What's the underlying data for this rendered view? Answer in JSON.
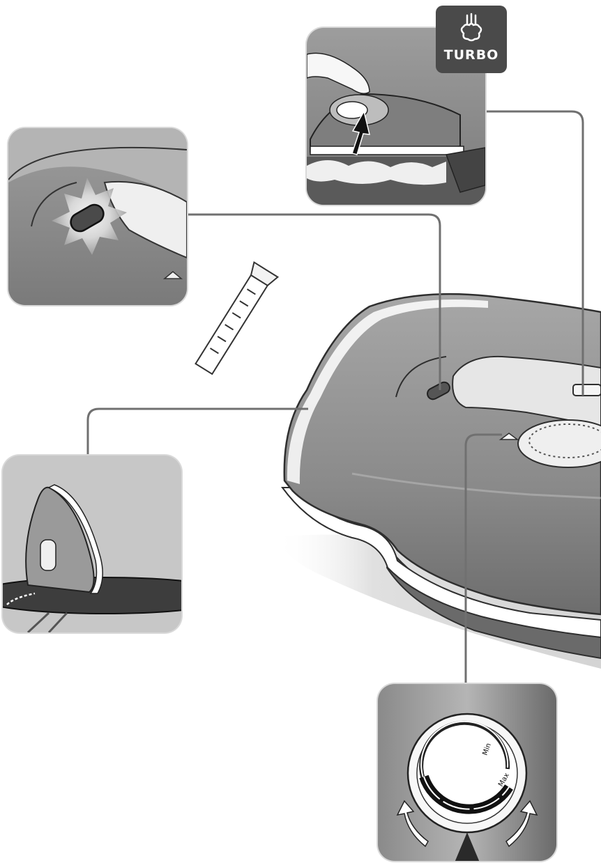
{
  "turbo_badge": {
    "label": "TURBO",
    "icon": "steam-burst-icon"
  },
  "steam_dial": {
    "min_label": "Min",
    "max_label": "Max"
  },
  "colors": {
    "badge": "#4a4a4a",
    "iron_body": "#8e8e8e",
    "callout_line": "#707070",
    "panel_frame": "#d9d9d9"
  }
}
